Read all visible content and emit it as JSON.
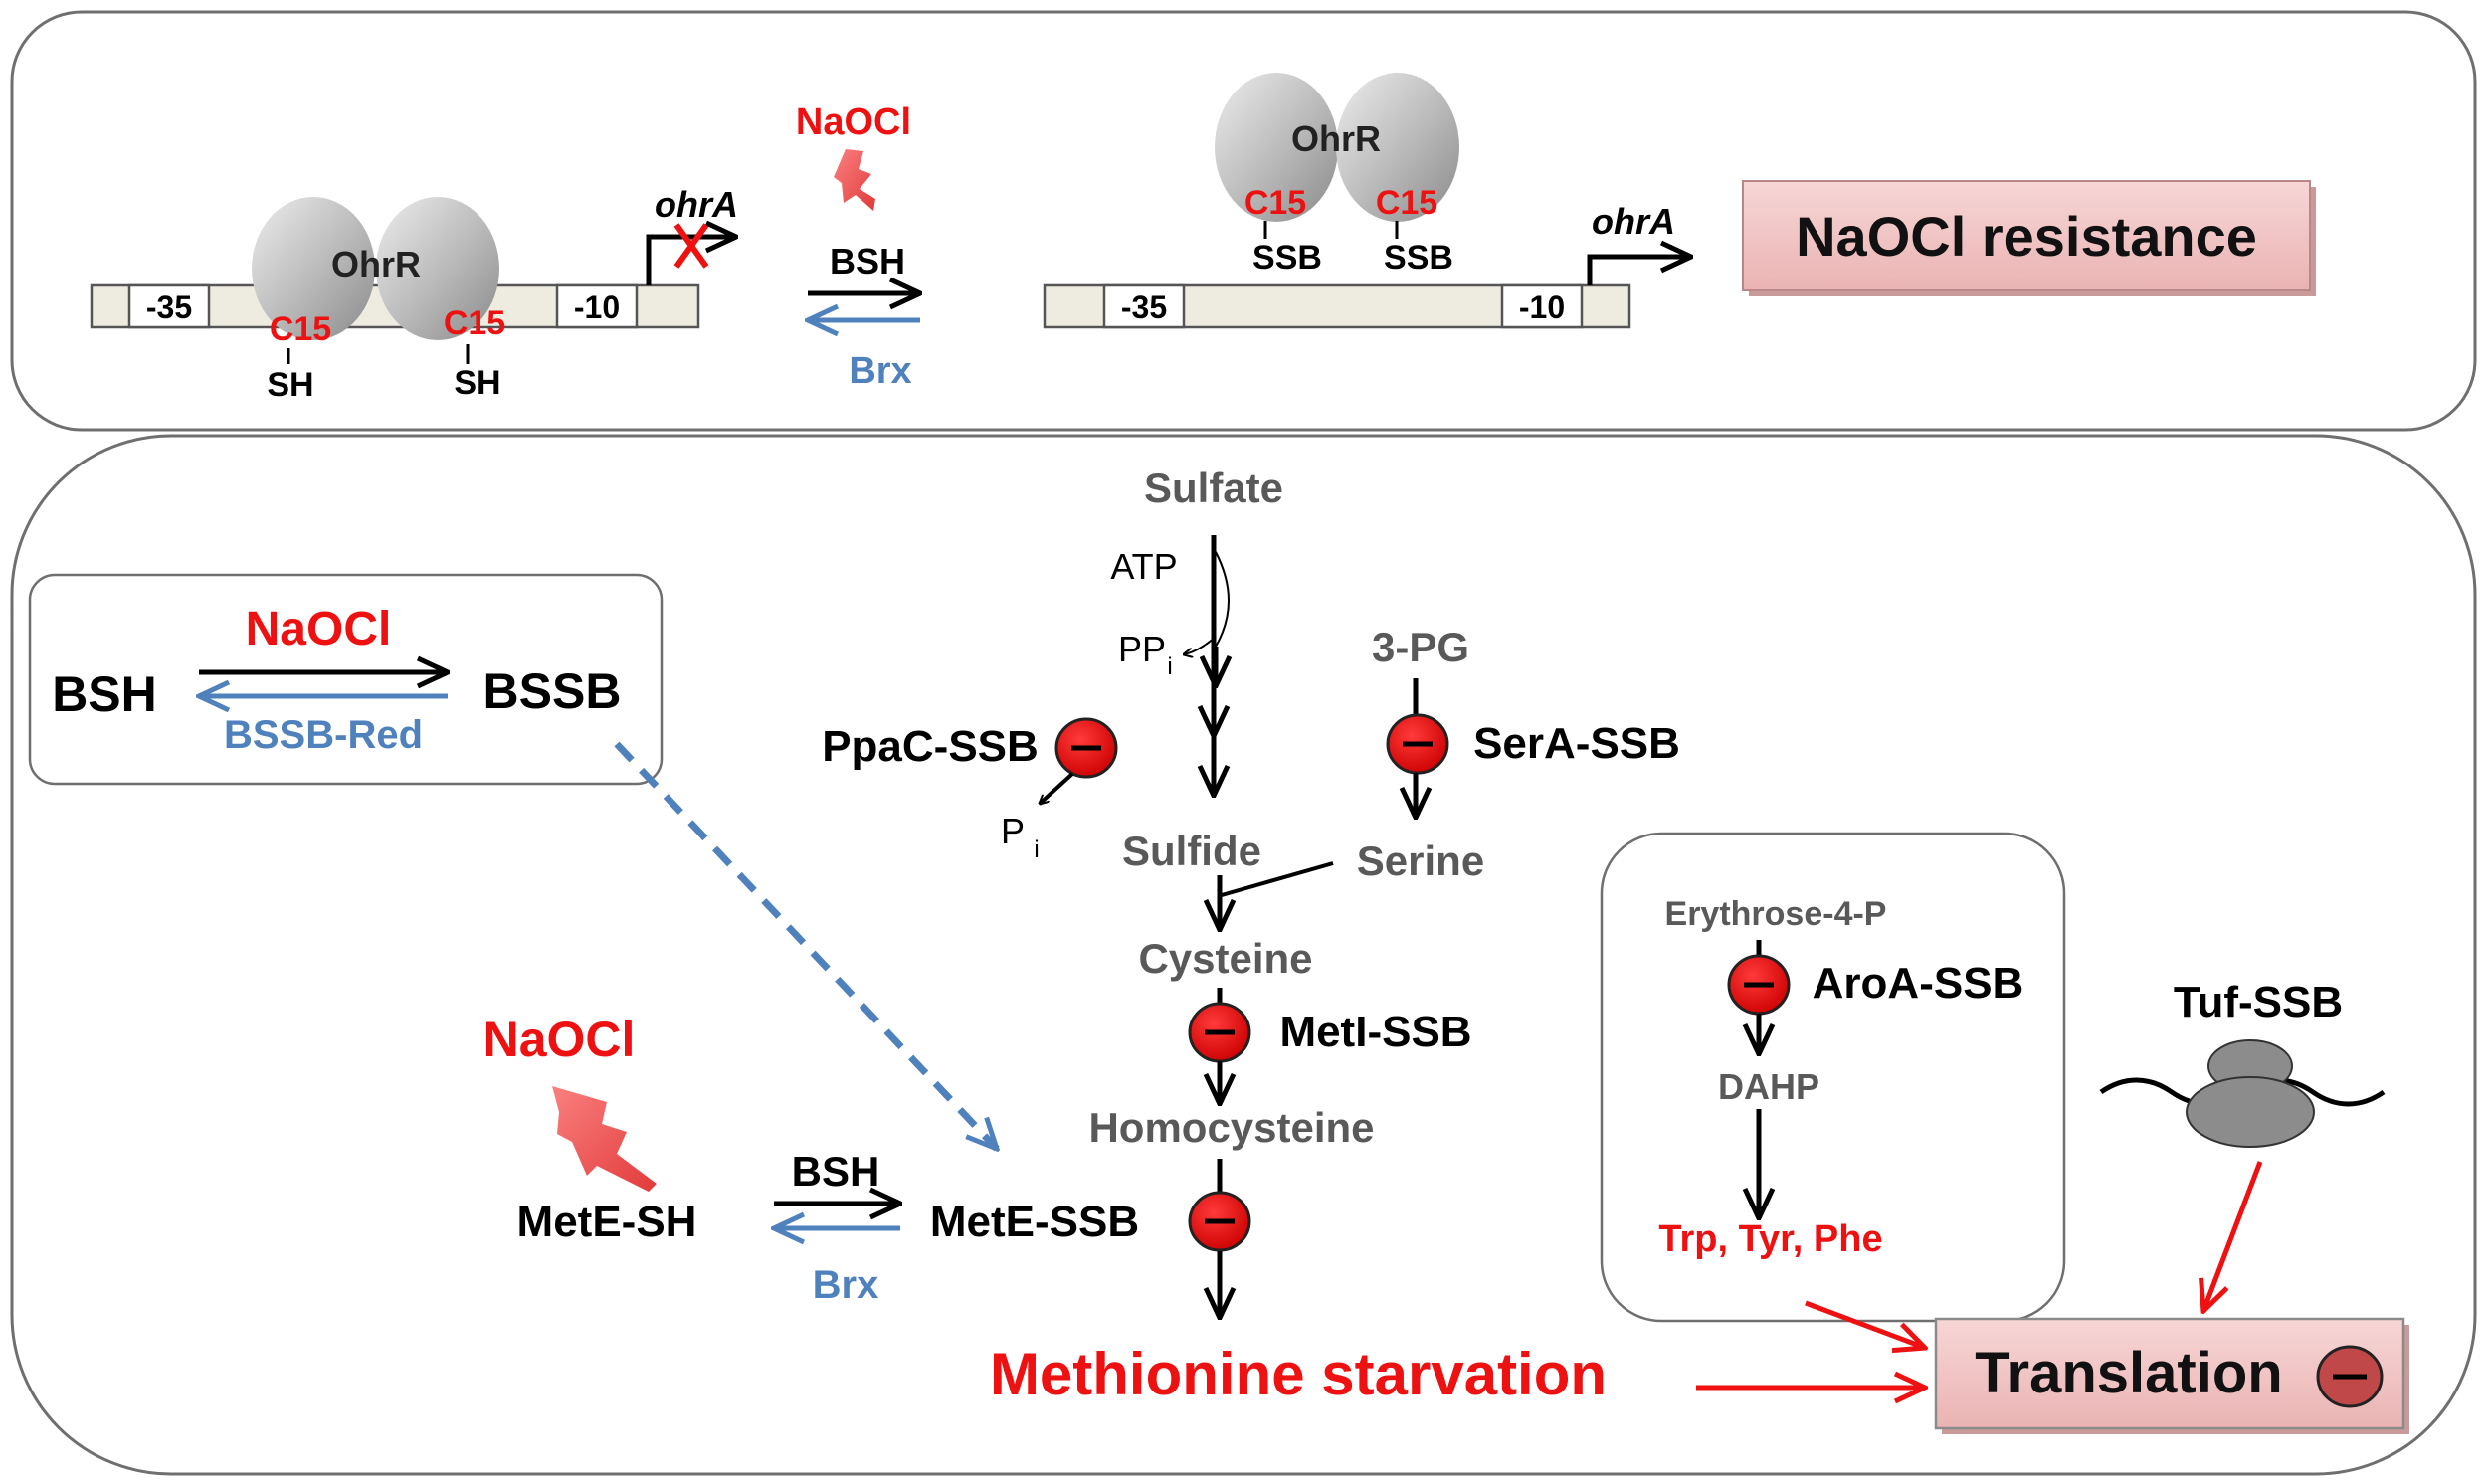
{
  "colors": {
    "red": "#ee1111",
    "blue": "#4f81bd",
    "gray_text": "#595959",
    "pink_box": "#f2c4c4",
    "promoter_fill": "#eeece1",
    "inhibitor_red": "#ee0000"
  },
  "top_panel": {
    "left_promoter": {
      "box_35": "-35",
      "box_10": "-10",
      "gene": "ohrA"
    },
    "left_ohrr": {
      "label": "OhrR",
      "cys_left": "C15",
      "cys_right": "C15",
      "thiol_left": "SH",
      "thiol_right": "SH"
    },
    "oxidant": "NaOCl",
    "forward_label": "BSH",
    "reverse_label": "Brx",
    "right_ohrr": {
      "label": "OhrR",
      "cys_left": "C15",
      "cys_right": "C15",
      "mod_left": "SSB",
      "mod_right": "SSB"
    },
    "right_promoter": {
      "box_35": "-35",
      "box_10": "-10",
      "gene": "ohrA"
    },
    "outcome": "NaOCl resistance"
  },
  "bottom_panel": {
    "bsh_box": {
      "left": "BSH",
      "right": "BSSB",
      "forward": "NaOCl",
      "reverse": "BSSB-Red"
    },
    "pathway": {
      "sulfate": "Sulfate",
      "atp": "ATP",
      "ppi_main": "PP",
      "ppi_sub": "i",
      "ppac": "PpaC-SSB",
      "pi_main": "P",
      "pi_sub": "i",
      "sulfide": "Sulfide",
      "three_pg": "3-PG",
      "sera": "SerA-SSB",
      "serine": "Serine",
      "cysteine": "Cysteine",
      "meti": "MetI-SSB",
      "homocysteine": "Homocysteine",
      "mete_ssb": "MetE-SSB",
      "starvation": "Methionine starvation"
    },
    "mete": {
      "oxidant": "NaOCl",
      "reduced": "MetE-SH",
      "forward": "BSH",
      "reverse": "Brx"
    },
    "aro_box": {
      "erythrose": "Erythrose-4-P",
      "aroa": "AroA-SSB",
      "dahp": "DAHP",
      "products": "Trp, Tyr, Phe"
    },
    "tuf": "Tuf-SSB",
    "translation": "Translation"
  }
}
